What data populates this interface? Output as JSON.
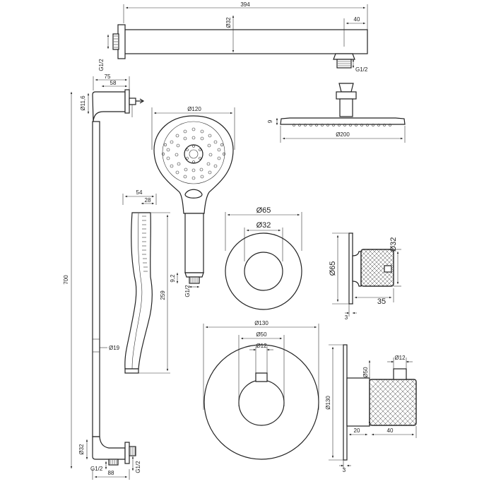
{
  "dimensions": {
    "arm_length": "394",
    "arm_tube_dia": "Ø32",
    "arm_end": "40",
    "arm_thread_left": "G1/2",
    "arm_thread_right": "G1/2",
    "head_height": "9",
    "head_dia": "Ø200",
    "rail_depth_outer": "75",
    "rail_depth_inner": "58",
    "rail_top_dia": "Ø11,6",
    "rail_length": "700",
    "rail_tube_dia": "Ø19",
    "rail_bottom_dia": "Ø32",
    "rail_bottom_thread_left": "G1/2",
    "rail_bottom_thread_right": "G1/2",
    "rail_bottom_width": "88",
    "hand_dia": "Ø120",
    "hand_side_width": "54",
    "hand_side_inner": "28",
    "hand_length": "259",
    "hand_neck": "9,2",
    "hand_thread": "G1/2",
    "rose1_outer": "Ø65",
    "rose1_inner": "Ø32",
    "rose1_side_height": "Ø65",
    "rose1_side_knob": "Ø32",
    "rose1_side_depth": "35",
    "rose1_side_plate": "3",
    "rose2_outer": "Ø130",
    "rose2_mid": "Ø50",
    "rose2_small": "Ø12",
    "rose2_side_height": "Ø130",
    "rose2_side_knob": "Ø50",
    "rose2_side_pin": "Ø12",
    "rose2_side_sleeve": "20",
    "rose2_side_depth": "40",
    "rose2_side_plate": "3"
  }
}
